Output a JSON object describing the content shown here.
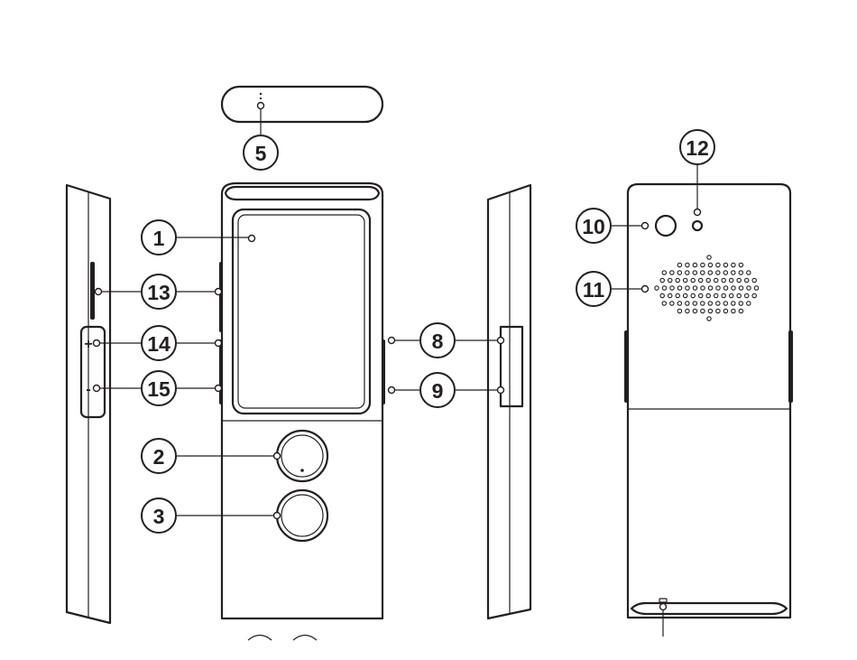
{
  "callouts": {
    "c1": "1",
    "c2": "2",
    "c3": "3",
    "c5": "5",
    "c8": "8",
    "c9": "9",
    "c10": "10",
    "c11": "11",
    "c12": "12",
    "c13": "13",
    "c14": "14",
    "c15": "15"
  },
  "side_marks": {
    "plus": "+",
    "minus": "-"
  },
  "colors": {
    "line": "#231f20",
    "background": "#ffffff"
  }
}
